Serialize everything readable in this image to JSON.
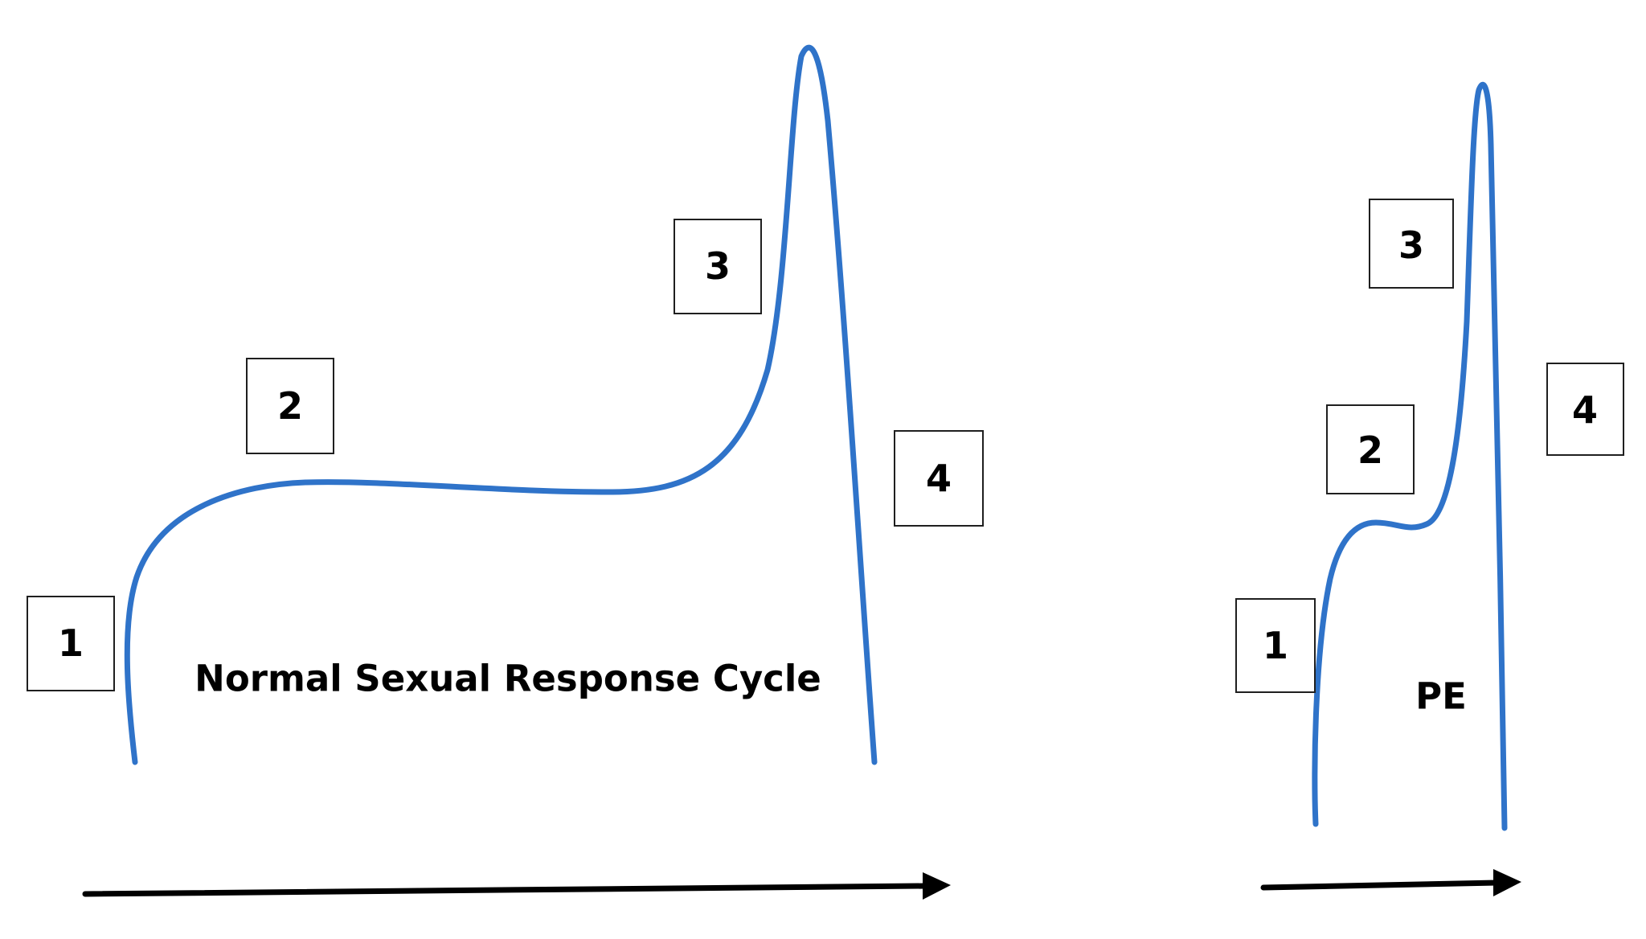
{
  "colors": {
    "curve": "#2f73c9",
    "box_border": "#1f1f1f",
    "arrow": "#000000",
    "text": "#000000",
    "background": "#ffffff"
  },
  "normal": {
    "caption": "Normal Sexual Response Cycle",
    "phases": [
      "1",
      "2",
      "3",
      "4"
    ]
  },
  "pe": {
    "caption": "PE",
    "phases": [
      "1",
      "2",
      "3",
      "4"
    ]
  }
}
